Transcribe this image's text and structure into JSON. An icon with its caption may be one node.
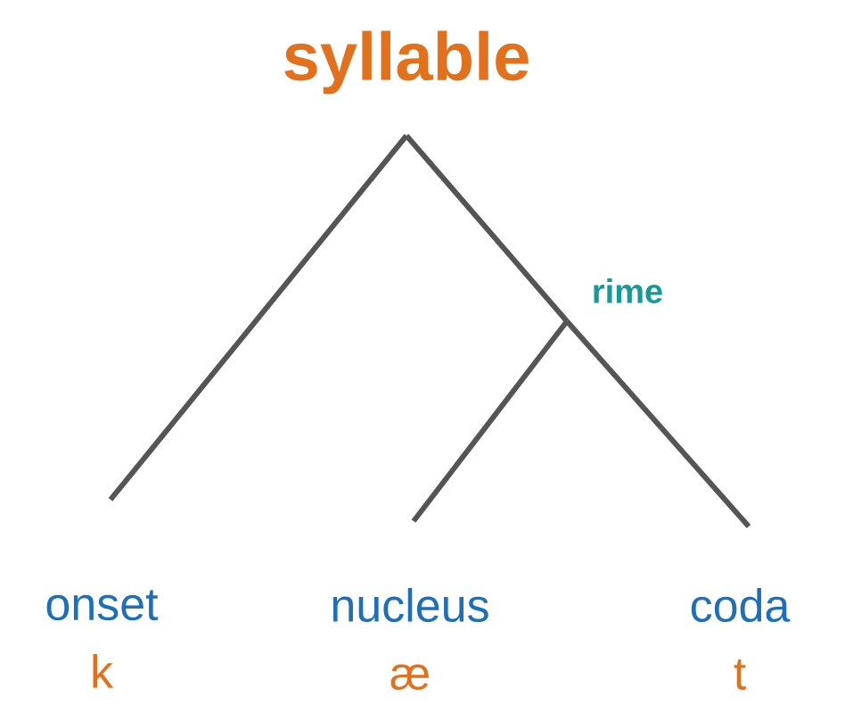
{
  "diagram": {
    "nodes": [
      {
        "text": [
          "syllable"
        ]
      },
      {
        "text": [
          "rime"
        ]
      },
      {
        "text": [
          "onset",
          "k"
        ]
      },
      {
        "text": [
          "nucleus",
          "æ"
        ]
      },
      {
        "text": [
          "coda",
          "t"
        ]
      }
    ],
    "edges": [
      {
        "from": 0,
        "to": 2,
        "arrow": "none"
      },
      {
        "from": 0,
        "to": 1,
        "arrow": "none"
      },
      {
        "from": 1,
        "to": 4,
        "arrow": "none"
      },
      {
        "from": 1,
        "to": 3,
        "arrow": "none"
      }
    ]
  }
}
